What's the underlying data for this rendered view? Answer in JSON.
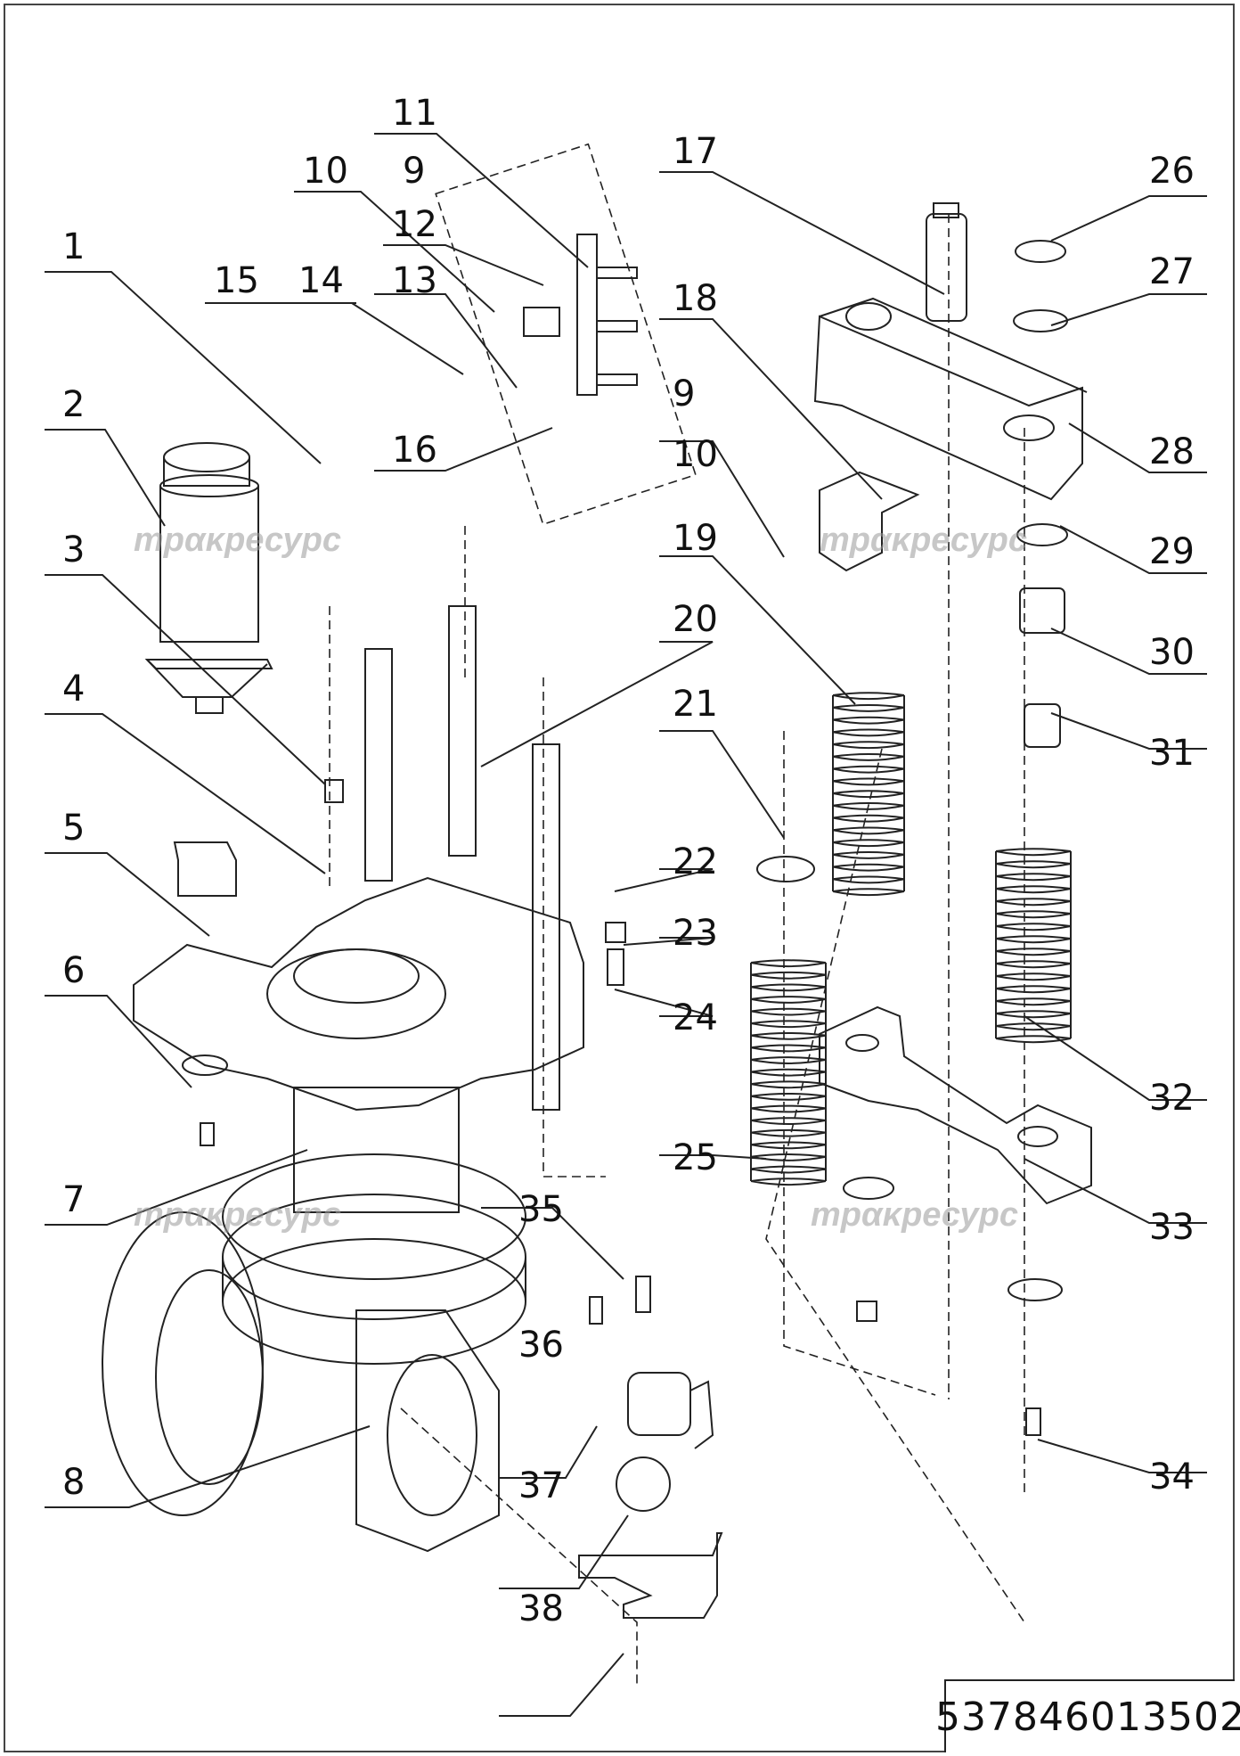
{
  "drawing": {
    "part_number": "537846013502",
    "watermark_text": "трακресурс",
    "callouts": [
      "1",
      "2",
      "3",
      "4",
      "5",
      "6",
      "7",
      "8",
      "9",
      "10",
      "11",
      "12",
      "13",
      "14",
      "15",
      "16",
      "17",
      "18",
      "19",
      "20",
      "21",
      "22",
      "23",
      "24",
      "25",
      "26",
      "27",
      "28",
      "29",
      "30",
      "31",
      "32",
      "33",
      "34",
      "35",
      "36",
      "37",
      "38"
    ],
    "callouts_repeat": [
      "9",
      "10"
    ],
    "colors": {
      "line": "#222222",
      "watermark": "#9a9a9a",
      "background": "#ffffff"
    }
  }
}
